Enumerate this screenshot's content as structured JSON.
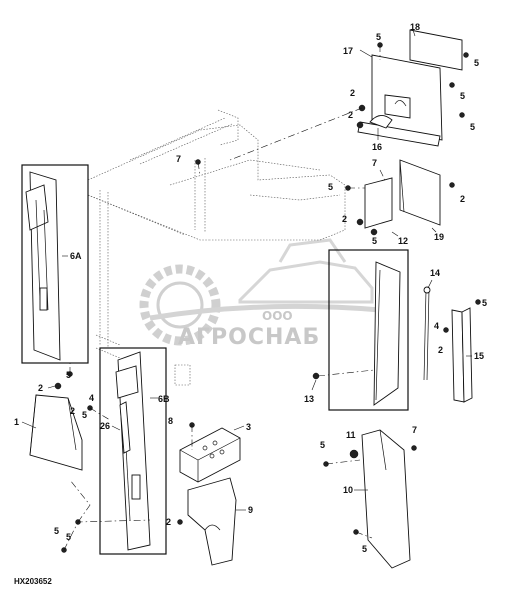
{
  "figure_id": "HX203652",
  "watermark": {
    "line1": "ООО",
    "line2": "АГРОСНАБ"
  },
  "callouts": {
    "c1": "1",
    "c2a": "2",
    "c2b": "2",
    "c2c": "2",
    "c2d": "2",
    "c2e": "2",
    "c2f": "2",
    "c3": "3",
    "c4a": "4",
    "c4b": "4",
    "c5a": "5",
    "c5b": "5",
    "c5c": "5",
    "c5d": "5",
    "c5e": "5",
    "c5f": "5",
    "c5g": "5",
    "c5h": "5",
    "c5i": "5",
    "c5j": "5",
    "c5k": "5",
    "c6a": "6A",
    "c6b": "6B",
    "c7a": "7",
    "c7b": "7",
    "c7c": "7",
    "c8": "8",
    "c9": "9",
    "c10": "10",
    "c11": "11",
    "c12": "12",
    "c13": "13",
    "c14": "14",
    "c15": "15",
    "c16": "16",
    "c17": "17",
    "c18": "18",
    "c19": "19",
    "c26": "26"
  }
}
